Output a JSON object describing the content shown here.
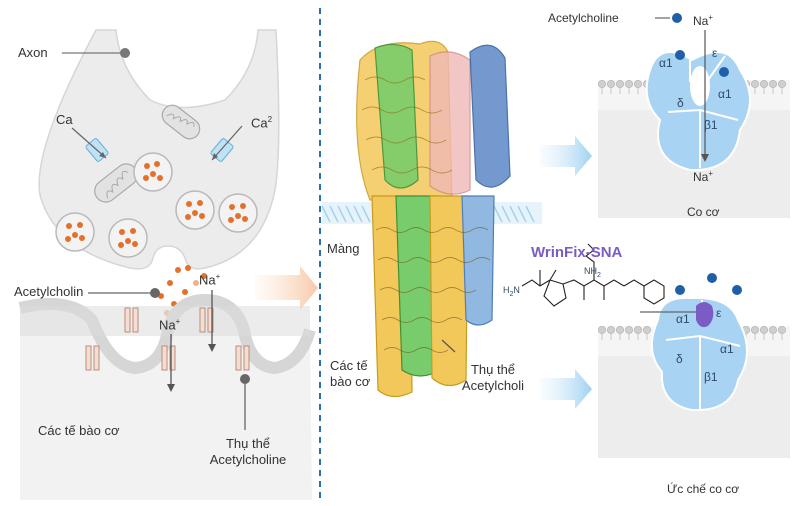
{
  "left": {
    "axon": "Axon",
    "ca_left": "Ca",
    "ca_right": "Ca",
    "ca_right_sup": "2",
    "acetylcholin": "Acetylcholin",
    "na_upper": "Na",
    "na_upper_sup": "+",
    "na_lower": "Na",
    "na_lower_sup": "+",
    "muscle_cells": "Các tế bào cơ",
    "receptor_line1": "Thụ thể",
    "receptor_line2": "Acetylcholine"
  },
  "middle": {
    "membrane": "Màng",
    "muscle_line1": "Các tế",
    "muscle_line2": "bào cơ",
    "receptor_line1": "Thụ thể",
    "receptor_line2": "Acetylcholi"
  },
  "peptide": {
    "name": "WrinFix-SNA",
    "nh2_top": "NH",
    "nh2_top_sub": "2",
    "nh2_left": "H",
    "nh2_left_sub": "2",
    "nh2_left_tail": "N"
  },
  "right_top": {
    "acetylcholine": "Acetylcholine",
    "na_in": "Na",
    "na_in_sup": "+",
    "na_out": "Na",
    "na_out_sup": "+",
    "sub_a1_left": "α1",
    "sub_e": "ε",
    "sub_a1_right": "α1",
    "sub_d": "δ",
    "sub_b1": "β1",
    "caption": "Co cơ"
  },
  "right_bottom": {
    "sub_a1_left": "α1",
    "sub_e": "ε",
    "sub_a1_right": "α1",
    "sub_d": "δ",
    "sub_b1": "β1",
    "caption": "Ức chế co cơ"
  },
  "colors": {
    "accent_purple": "#7b5cc4",
    "receptor_blue": "#a9d3f2",
    "ligand_blue": "#1f5fa8",
    "vesicle_orange": "#e3712d",
    "divider_blue": "#2f6db3"
  }
}
